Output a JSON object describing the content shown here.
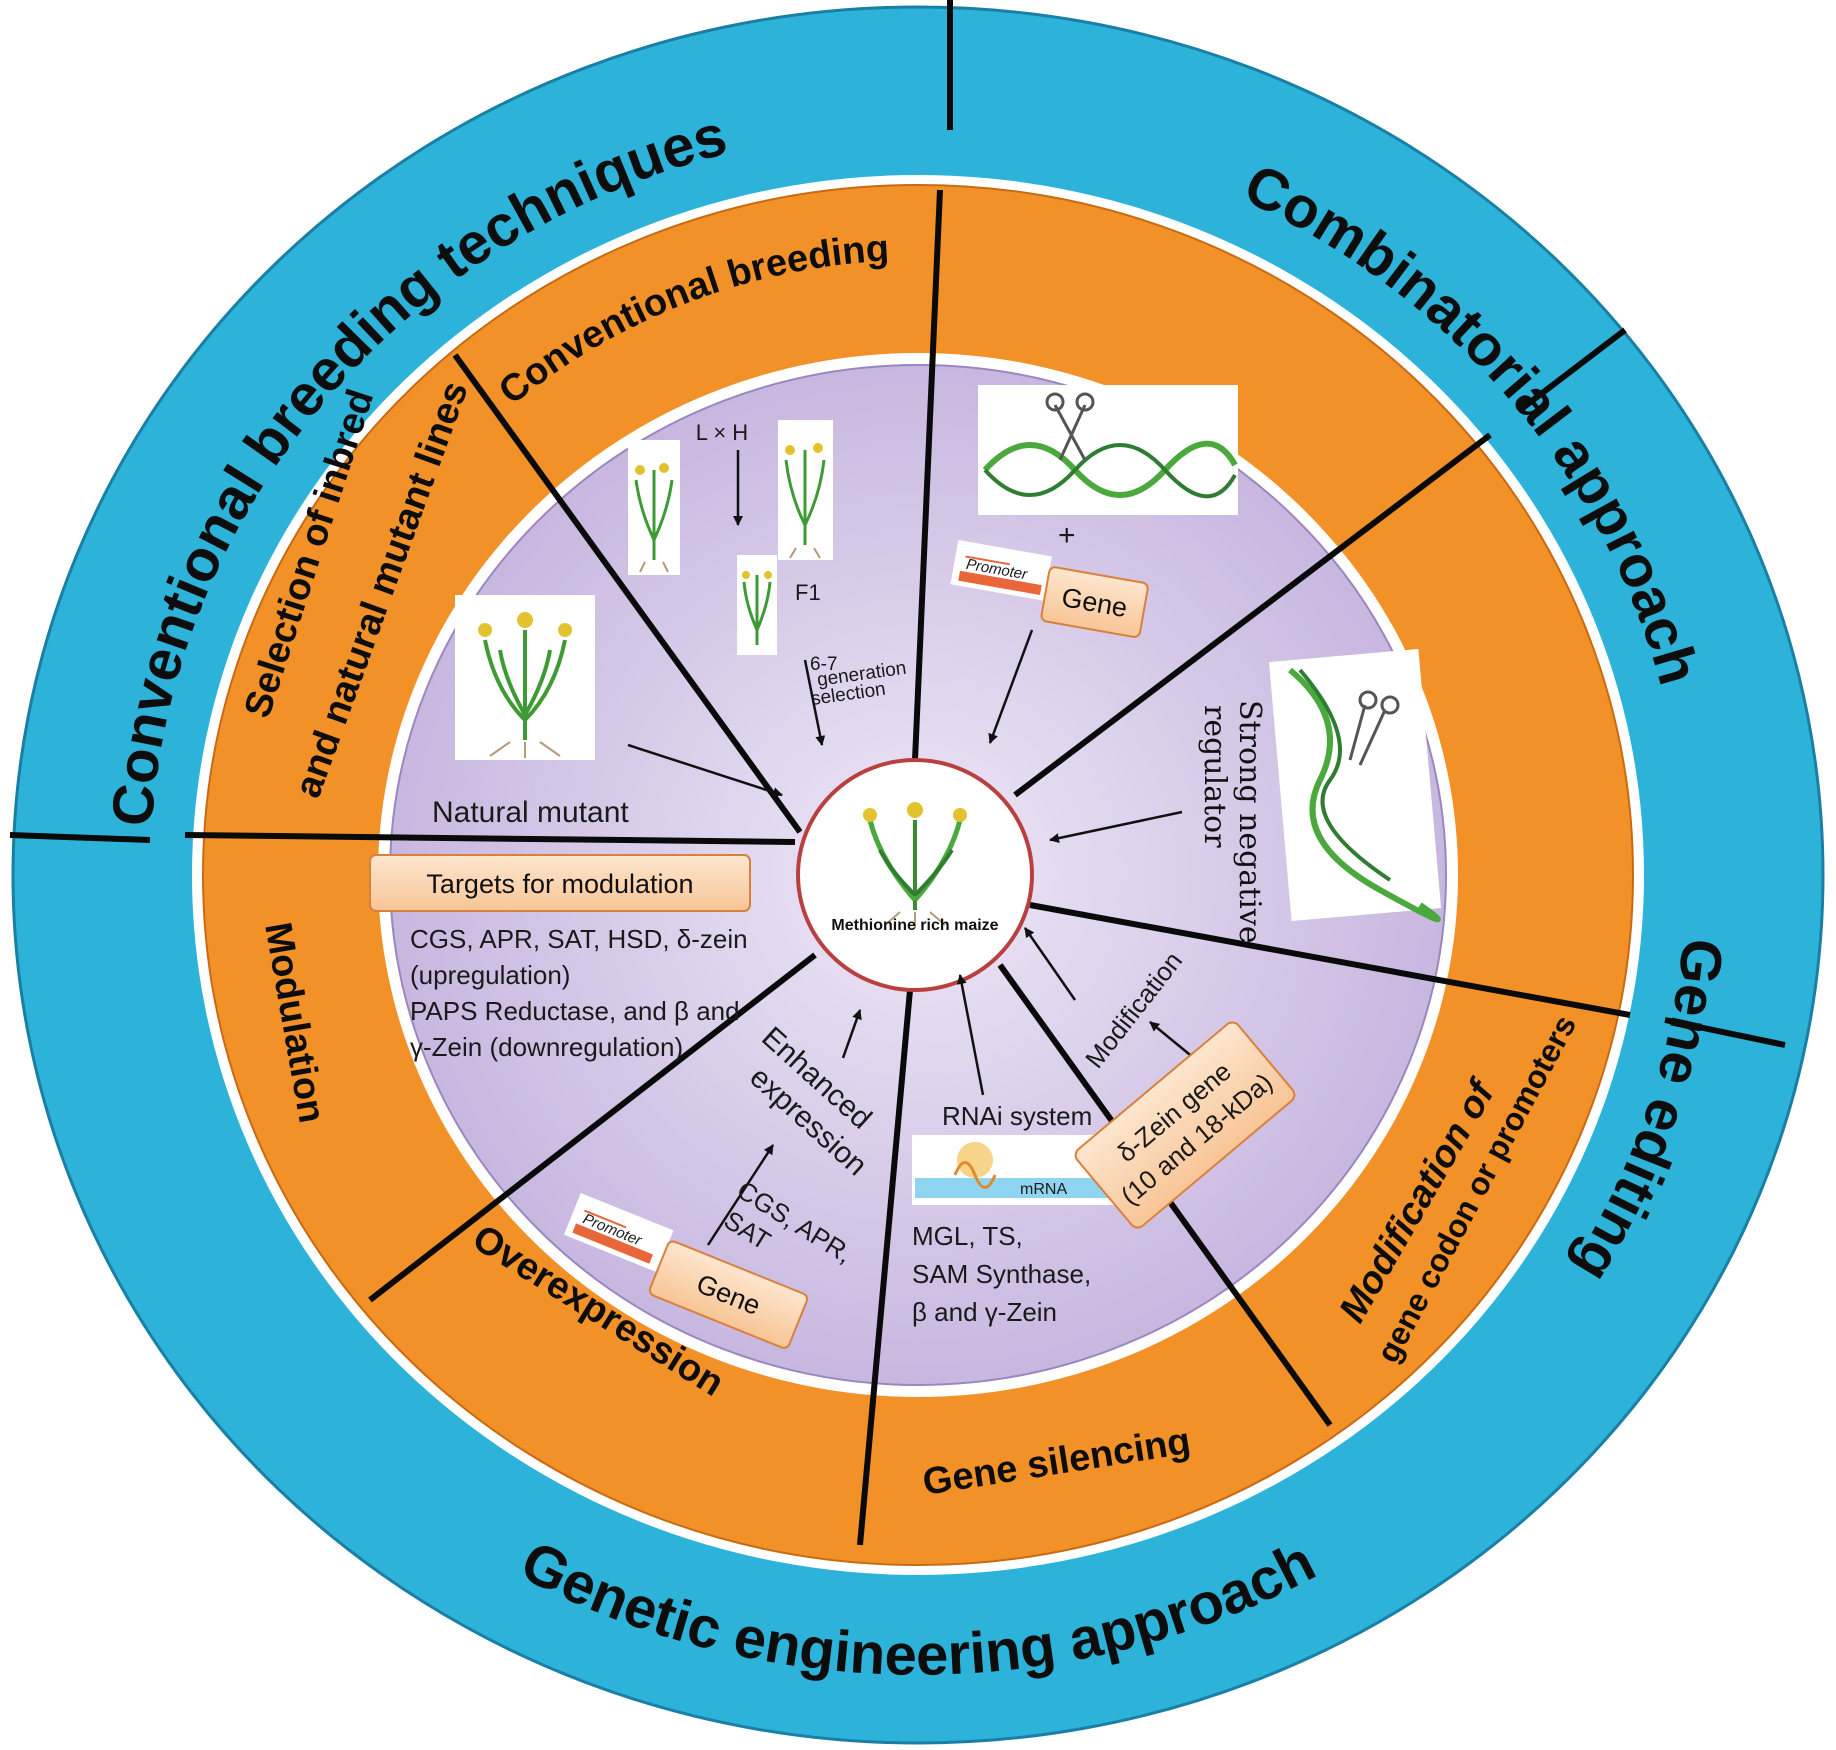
{
  "outer_ring": {
    "conventional_breeding_techniques": "Conventional breeding techniques",
    "combinatorial_approach": "Combinatorial approach",
    "gene_editing": "Gene editing",
    "genetic_engineering_approach": "Genetic engineering approach"
  },
  "middle_ring": {
    "conventional_breeding": "Conventional breeding",
    "selection_line1": "Selection of inbred",
    "selection_line2": "and natural mutant lines",
    "modulation": "Modulation",
    "overexpression": "Overexpression",
    "gene_silencing": "Gene silencing",
    "modification_line1": "Modification of",
    "modification_line2": "gene codon or promoters"
  },
  "center": {
    "label": "Methionine rich maize"
  },
  "inner": {
    "cross_label": "L × H",
    "f1_label": "F1",
    "generation_line1": "6-7",
    "generation_line2": "generation",
    "generation_line3": "selection",
    "natural_mutant": "Natural mutant",
    "plus": "+",
    "promoter_label": "Promoter",
    "gene_label": "Gene",
    "strong_negative_line1": "Strong negative",
    "strong_negative_line2": "regulator",
    "targets_box": "Targets for modulation",
    "targets_line1": "CGS, APR, SAT, HSD, δ-zein",
    "targets_line2": "(upregulation)",
    "targets_line3": "PAPS Reductase, and β and",
    "targets_line4": "γ-Zein (downregulation)",
    "enhanced_line1": "Enhanced",
    "enhanced_line2": "expression",
    "overexp_genes_line1": "CGS, APR,",
    "overexp_genes_line2": "SAT",
    "rnai_system": "RNAi system",
    "mrna_label": "mRNA",
    "silencing_line1": "MGL, TS,",
    "silencing_line2": "SAM Synthase,",
    "silencing_line3": "β and γ-Zein",
    "modification_label": "Modification",
    "dzein_line1": "δ-Zein gene",
    "dzein_line2": "(10 and 18-kDa)"
  },
  "colors": {
    "outer_ring": "#2db3d9",
    "middle_ring": "#f39129",
    "inner_disc": "#d9cdea",
    "center_border": "#b94040",
    "gene_box": "#fbd5b0"
  }
}
